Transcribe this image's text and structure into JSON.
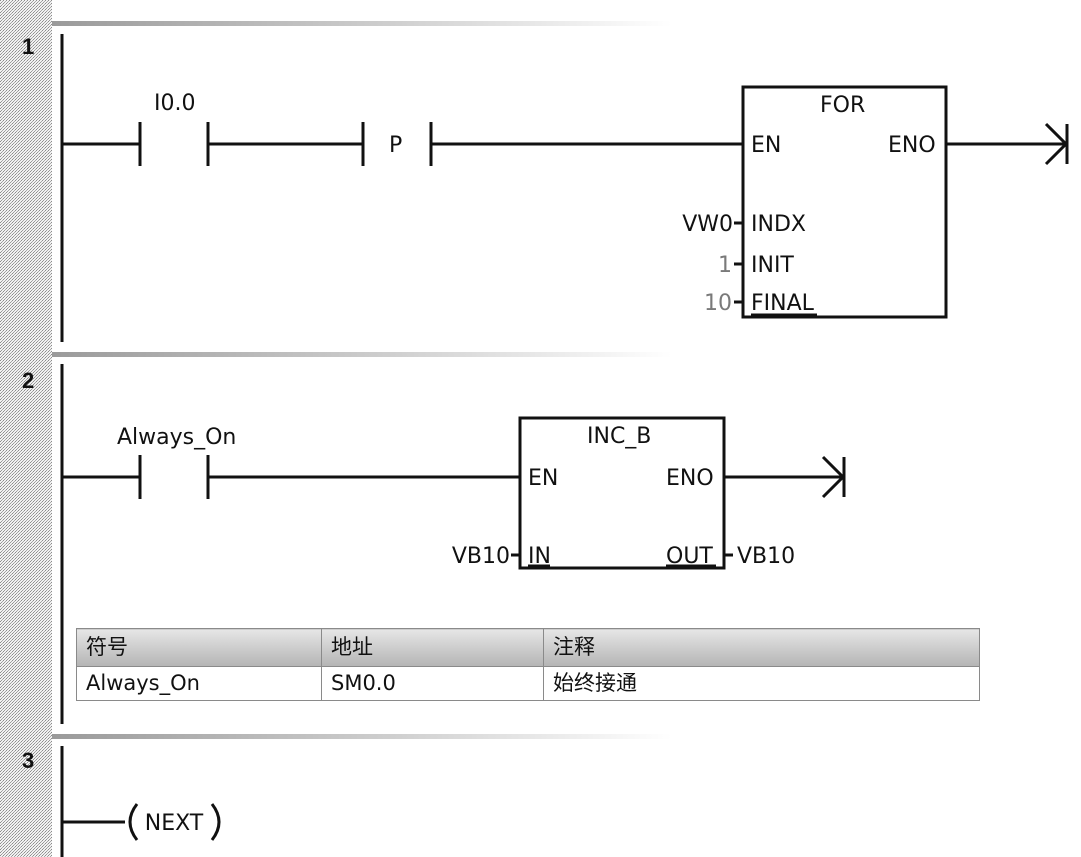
{
  "networks": [
    {
      "number": "1",
      "contact": {
        "label": "I0.0"
      },
      "edge_detector": {
        "label": "P"
      },
      "box": {
        "title": "FOR",
        "en_label": "EN",
        "eno_label": "ENO",
        "inputs": [
          {
            "pin": "INDX",
            "operand": "VW0"
          },
          {
            "pin": "INIT",
            "operand": "1"
          },
          {
            "pin": "FINAL",
            "operand": "10"
          }
        ]
      }
    },
    {
      "number": "2",
      "contact": {
        "label": "Always_On"
      },
      "box": {
        "title": "INC_B",
        "en_label": "EN",
        "eno_label": "ENO",
        "in_pin": "IN",
        "in_operand": "VB10",
        "out_pin": "OUT",
        "out_operand": "VB10"
      },
      "symbol_table": {
        "headers": [
          "符号",
          "地址",
          "注释"
        ],
        "rows": [
          [
            "Always_On",
            "SM0.0",
            "始终接通"
          ]
        ]
      }
    },
    {
      "number": "3",
      "coil": {
        "label": "NEXT"
      }
    }
  ]
}
